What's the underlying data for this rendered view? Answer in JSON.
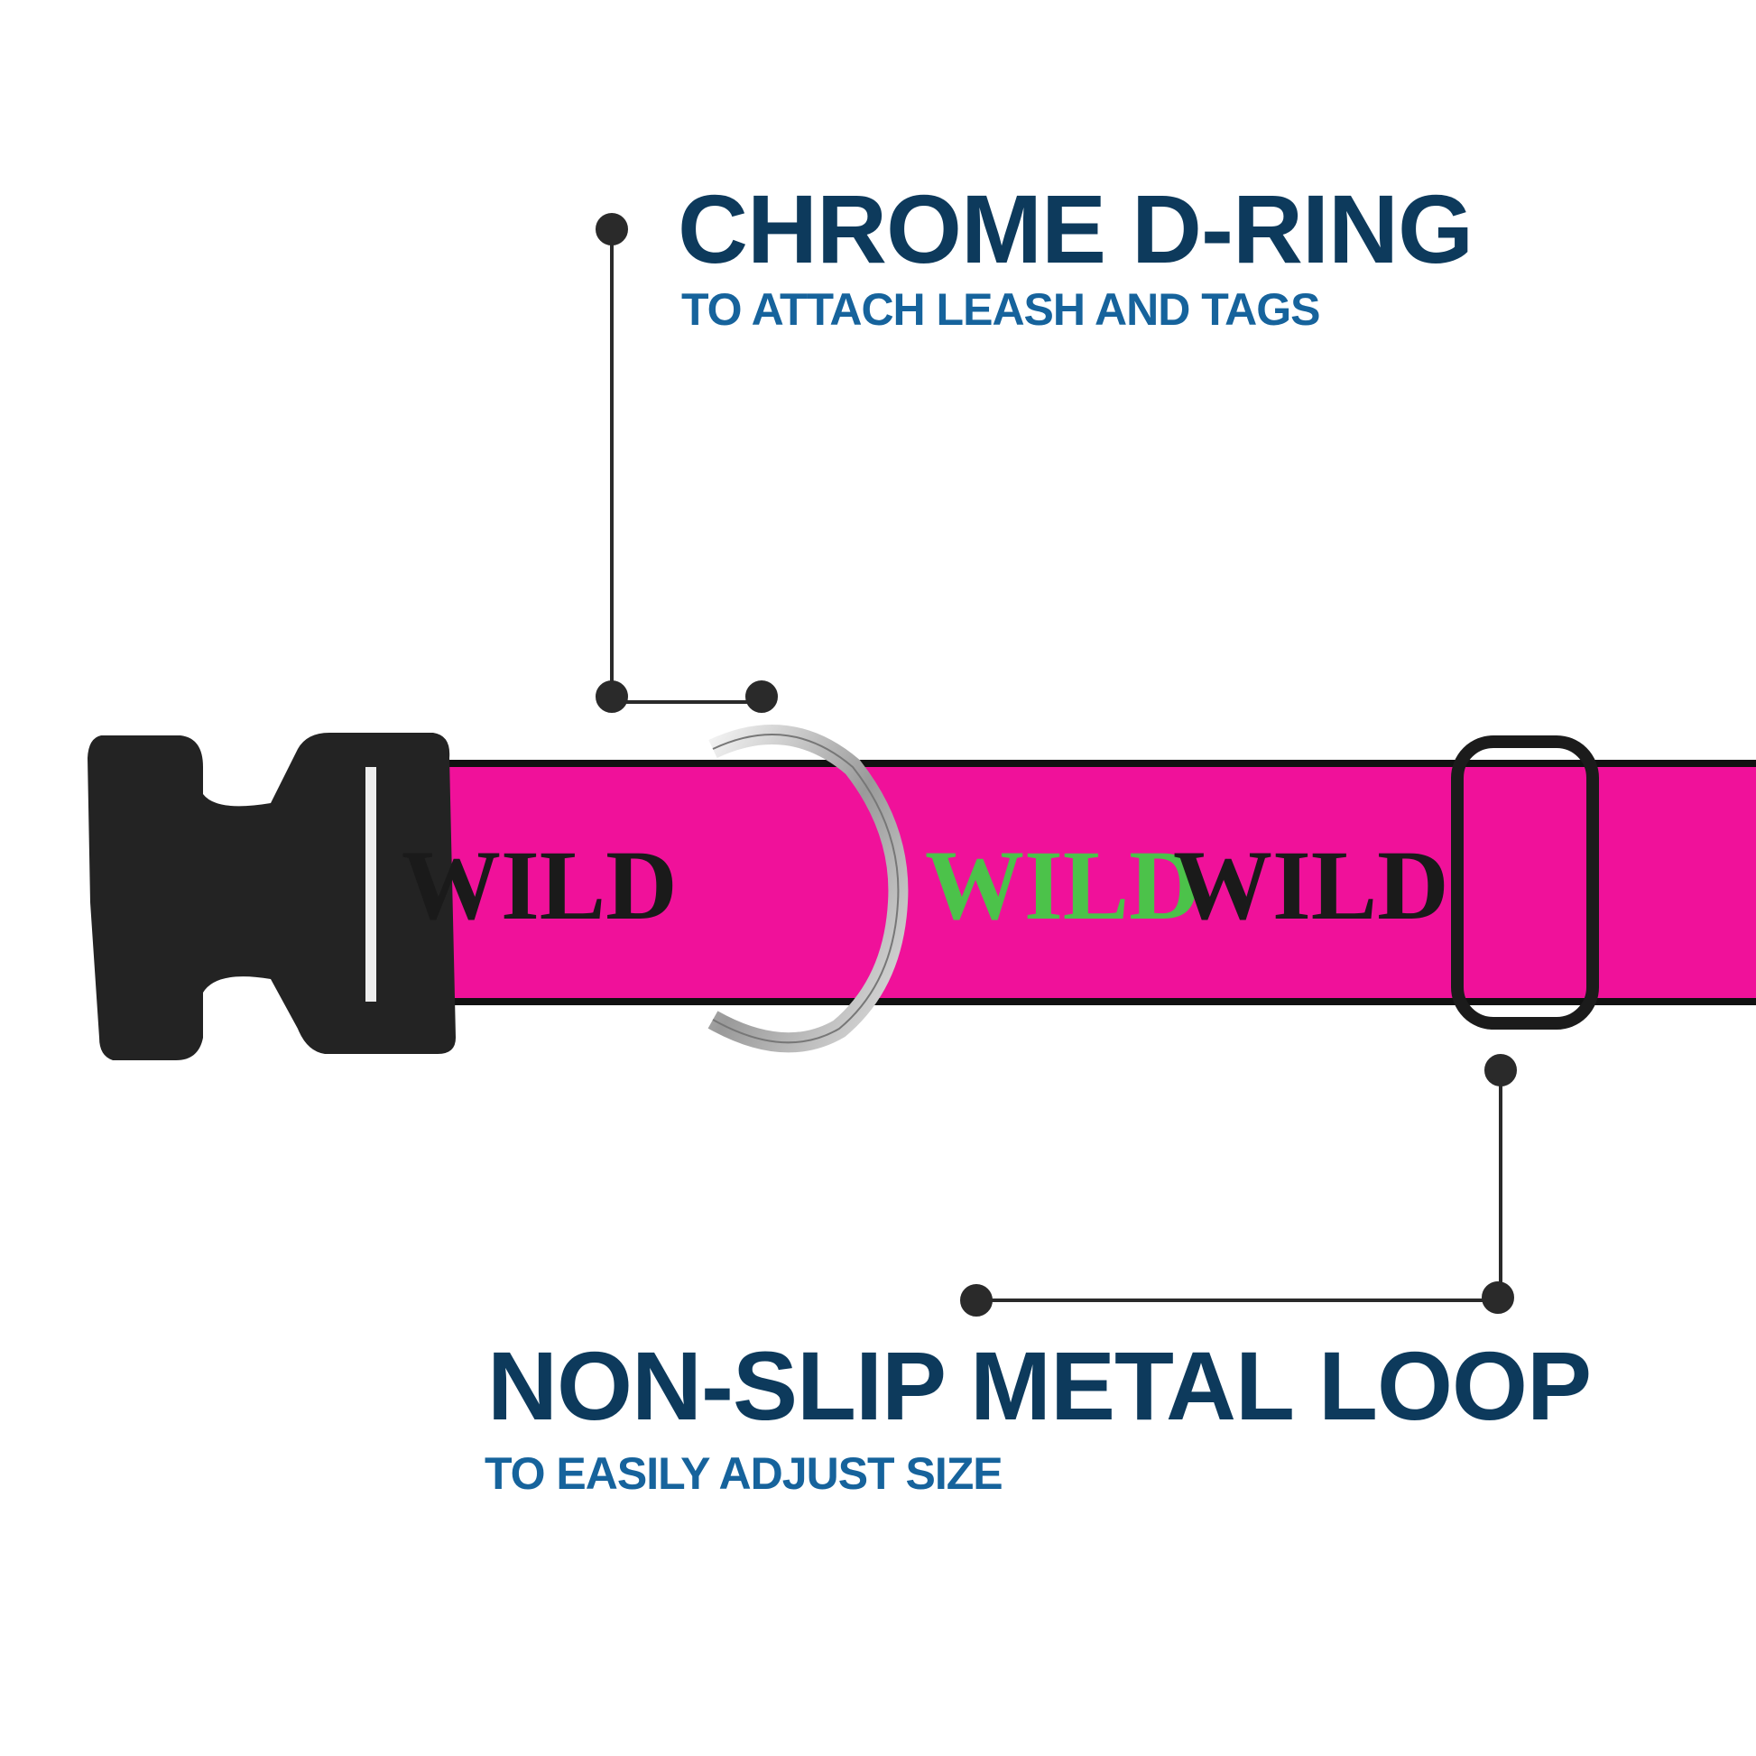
{
  "callouts": [
    {
      "title": "CHROME D-RING",
      "subtitle": "TO ATTACH LEASH AND TAGS"
    },
    {
      "title": "NON-SLIP METAL LOOP",
      "subtitle": "TO EASILY ADJUST SIZE"
    }
  ],
  "product": {
    "pattern_text": "WILD",
    "colors": {
      "webbing": "#f0119a",
      "pattern_primary": "#1a1a1a",
      "pattern_secondary": "#4cc24a",
      "buckle": "#222222",
      "d_ring": "#c9c9c9",
      "title": "#0d3a5c",
      "subtitle": "#16639c"
    }
  }
}
